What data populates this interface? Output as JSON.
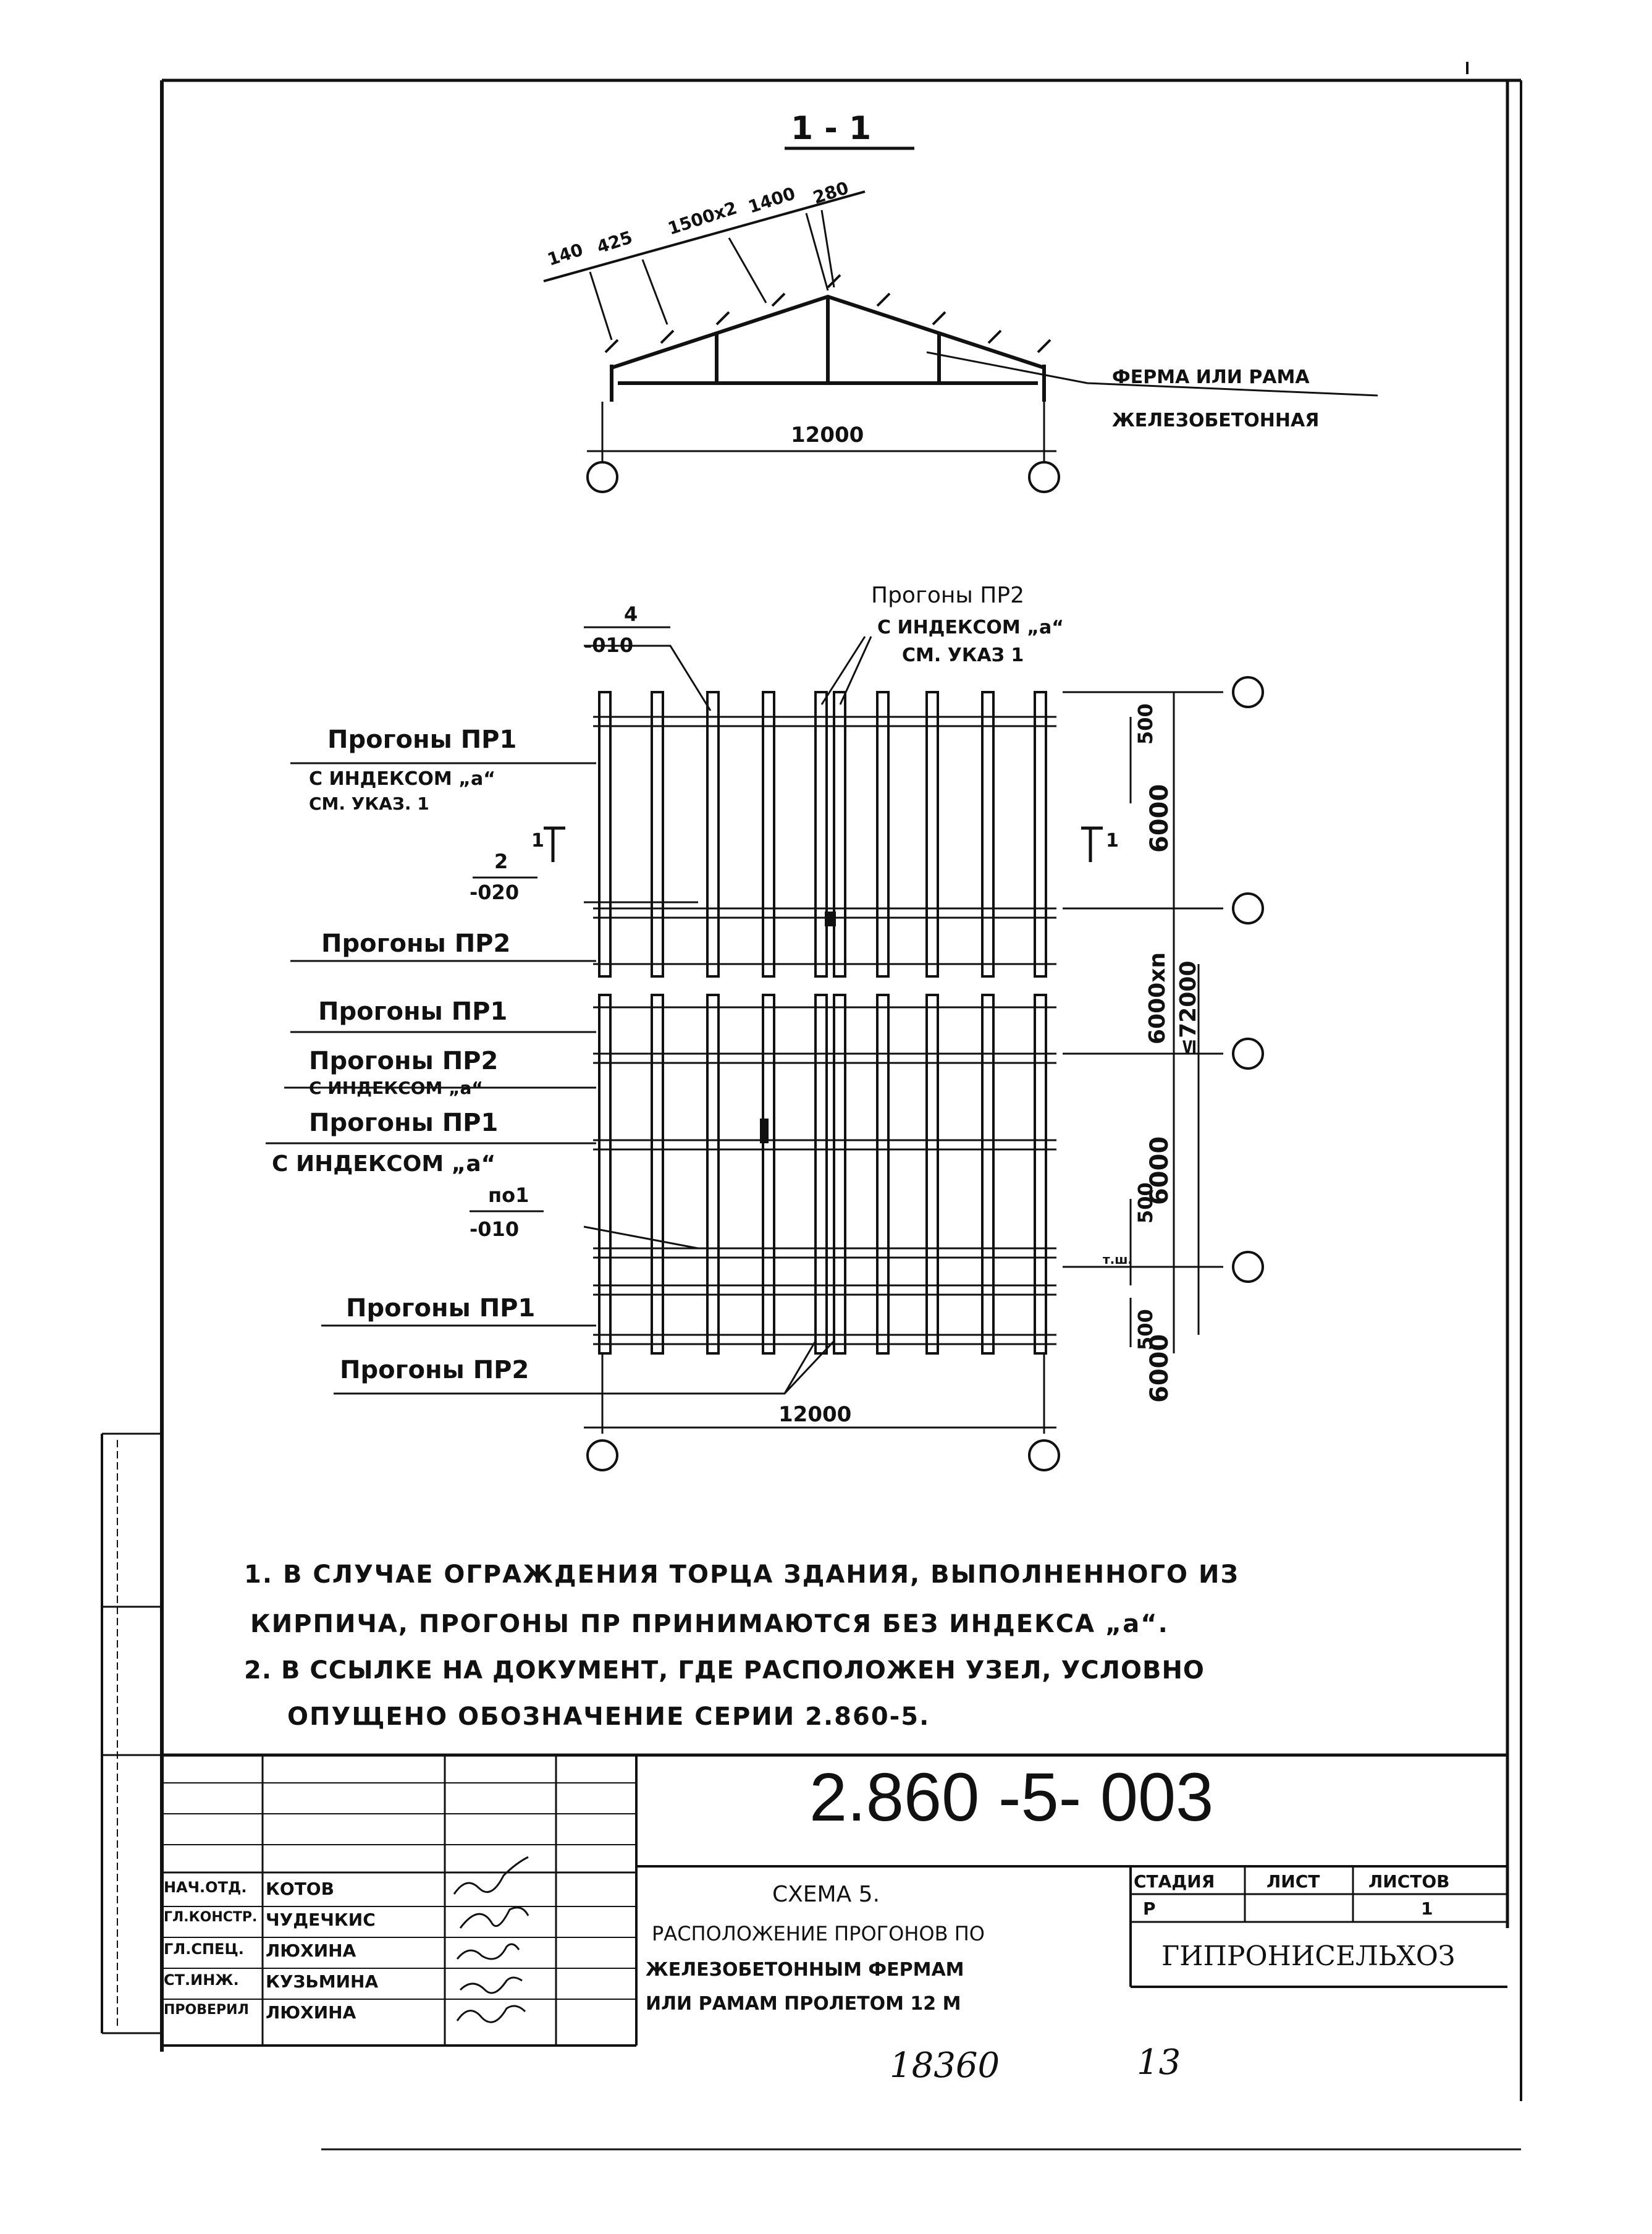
{
  "section": {
    "title": "1 - 1",
    "dims": [
      "140",
      "425",
      "1500x2",
      "1400",
      "280"
    ],
    "span": "12000",
    "truss_label_1": "ФЕРМА ИЛИ РАМА",
    "truss_label_2": "ЖЕЛЕЗОБЕТОННАЯ"
  },
  "plan": {
    "callouts": {
      "top_num": "4",
      "top_code": "-010",
      "pr2_title": "Прогоны ПР2",
      "pr2_index": "С ИНДЕКСОМ „а“",
      "pr2_ref": "СМ. УКАЗ 1",
      "pr1_a_title": "Прогоны ПР1",
      "pr1_a_index": "С ИНДЕКСОМ „а“",
      "pr1_a_ref": "СМ. УКАЗ. 1",
      "section_mark_left": "1",
      "section_mark_right": "1",
      "node2_num": "2",
      "node2_code": "-020",
      "pr2_mid": "Прогоны ПР2",
      "pr1_mid": "Прогоны ПР1",
      "pr2_b_title": "Прогоны ПР2",
      "pr2_b_index": "С ИНДЕКСОМ „а“",
      "pr1_b_title": "Прогоны ПР1",
      "pr1_b_index": "С ИНДЕКСОМ „а“",
      "node_po1_num": "по1",
      "node_po1_code": "-010",
      "pr1_bottom": "Прогоны ПР1",
      "pr2_bottom": "Прогоны ПР2"
    },
    "dims_right": {
      "d500_top": "500",
      "d6000_1": "6000",
      "d6000n": "6000хn",
      "d72000": "≤72000",
      "d6000_2": "6000",
      "d500_mid": "500",
      "tsh": "т.ш.",
      "d500_bot": "500",
      "d6000_3": "6000"
    },
    "span": "12000"
  },
  "notes": {
    "line1": "1. В СЛУЧАЕ  ОГРАЖДЕНИЯ ТОРЦА ЗДАНИЯ, ВЫПОЛНЕННОГО ИЗ",
    "line2": "КИРПИЧА, ПРОГОНЫ ПР  ПРИНИМАЮТСЯ БЕЗ ИНДЕКСА „а“.",
    "line3": "2. В ССЫЛКЕ  НА ДОКУМЕНТ, ГДЕ РАСПОЛОЖЕН  УЗЕЛ,  УСЛОВНО",
    "line4": "ОПУЩЕНО   ОБОЗНАЧЕНИЕ   СЕРИИ  2.860-5."
  },
  "title_block": {
    "doc_number": "2.860 -5- 003",
    "roles": [
      "НАЧ.ОТД.",
      "ГЛ.КОНСТР.",
      "ГЛ.СПЕЦ.",
      "СТ.ИНЖ.",
      "ПРОВЕРИЛ"
    ],
    "names": [
      "КОТОВ",
      "ЧУДЕЧКИС",
      "ЛЮХИНА",
      "КУЗЬМИНА",
      "ЛЮХИНА"
    ],
    "title_1": "СХЕМА 5.",
    "title_2": "РАСПОЛОЖЕНИЕ ПРОГОНОВ ПО",
    "title_3": "ЖЕЛЕЗОБЕТОННЫМ ФЕРМАМ",
    "title_4": "ИЛИ РАМАМ ПРОЛЕТОМ 12 М",
    "stage_h": "СТАДИЯ",
    "sheet_h": "ЛИСТ",
    "sheets_h": "ЛИСТОВ",
    "stage_v": "Р",
    "sheet_v": "",
    "sheets_v": "1",
    "org": "ГИПРОНИСЕЛЬХОЗ"
  },
  "footer": {
    "inv": "18360",
    "page": "13"
  }
}
